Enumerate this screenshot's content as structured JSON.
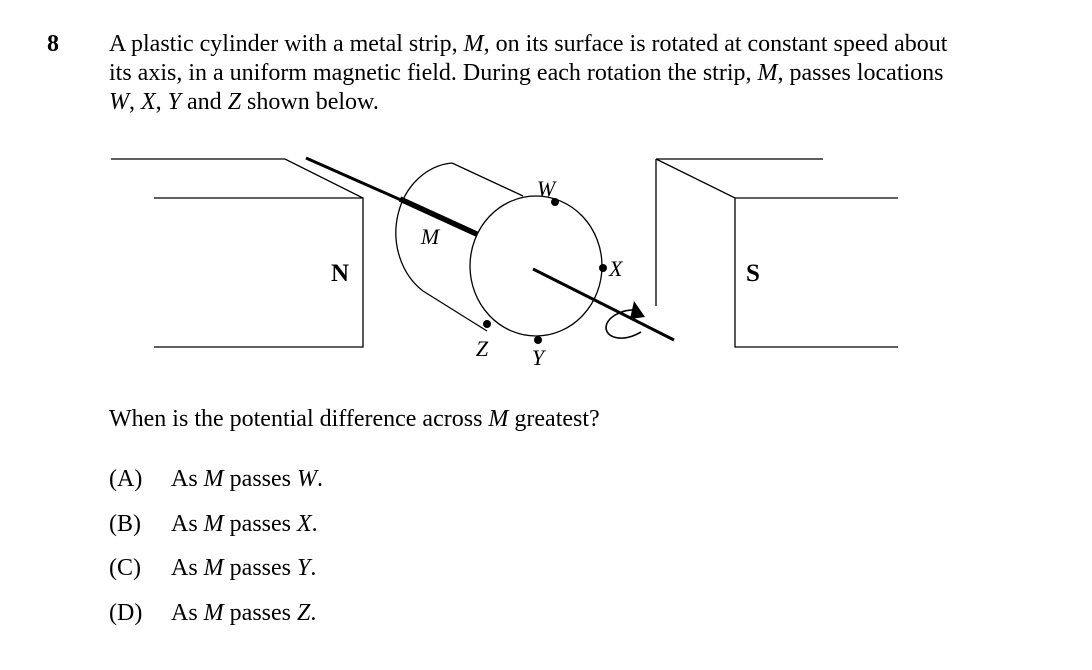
{
  "question": {
    "number": "8",
    "stem_lines": [
      [
        "A plastic cylinder with a metal strip, ",
        "M",
        ", on its surface is rotated at constant speed about"
      ],
      [
        "its axis, in a uniform magnetic field. During each rotation the strip, ",
        "M",
        ", passes locations"
      ],
      [
        "",
        "W",
        ", ",
        "X",
        ", ",
        "Y",
        " and ",
        "Z",
        " shown below."
      ]
    ],
    "prompt": [
      "When is the potential difference across ",
      "M",
      " greatest?"
    ]
  },
  "diagram": {
    "north_pole_label": "N",
    "south_pole_label": "S",
    "strip_label": "M",
    "location_w": "W",
    "location_x": "X",
    "location_y": "Y",
    "location_z": "Z"
  },
  "options": [
    {
      "letter": "(A)",
      "pre": "As ",
      "var": "M",
      "mid": " passes ",
      "loc": "W",
      "post": "."
    },
    {
      "letter": "(B)",
      "pre": "As ",
      "var": "M",
      "mid": " passes ",
      "loc": "X",
      "post": "."
    },
    {
      "letter": "(C)",
      "pre": "As ",
      "var": "M",
      "mid": " passes ",
      "loc": "Y",
      "post": "."
    },
    {
      "letter": "(D)",
      "pre": "As ",
      "var": "M",
      "mid": " passes ",
      "loc": "Z",
      "post": "."
    }
  ]
}
